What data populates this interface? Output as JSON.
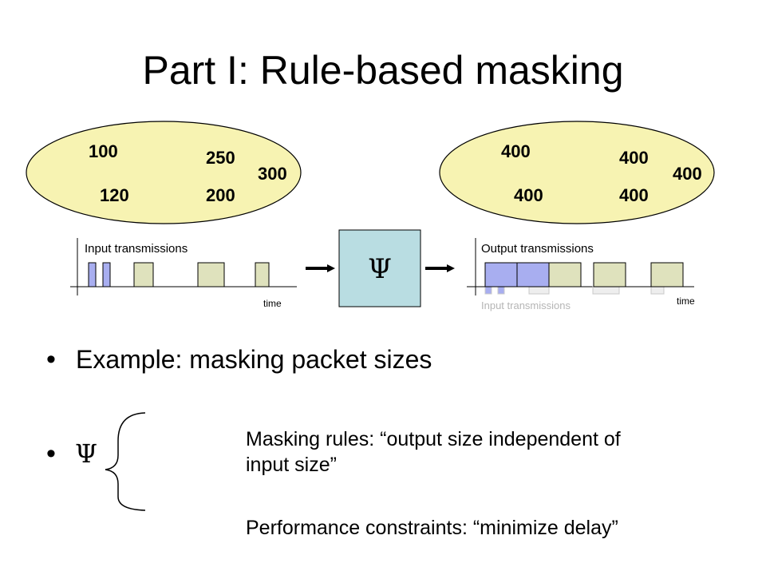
{
  "slide": {
    "title": "Part I: Rule-based masking",
    "psi_symbol": "Ψ"
  },
  "input_set": {
    "values": [
      "100",
      "250",
      "300",
      "120",
      "200"
    ],
    "fill_color": "#f7f3b2"
  },
  "output_set": {
    "values": [
      "400",
      "400",
      "400",
      "400",
      "400"
    ],
    "fill_color": "#f7f3b2"
  },
  "input_timeline": {
    "label": "Input transmissions",
    "axis_label": "time"
  },
  "output_timeline": {
    "label": "Output transmissions",
    "axis_label": "time",
    "ghost_label": "Input transmissions"
  },
  "colors": {
    "mask_box": "#b9dde2",
    "packet_input_small": "#a8aef0",
    "packet_input_large": "#dfe2bd",
    "packet_output": "#a8aef0",
    "packet_ghost": "#eeeeee"
  },
  "bullets": {
    "example": "Example: masking packet sizes",
    "psi": "Ψ"
  },
  "rules": {
    "masking_line1": "Masking rules: “output size independent of",
    "masking_line2": "input size”",
    "performance": "Performance constraints: “minimize delay”"
  }
}
